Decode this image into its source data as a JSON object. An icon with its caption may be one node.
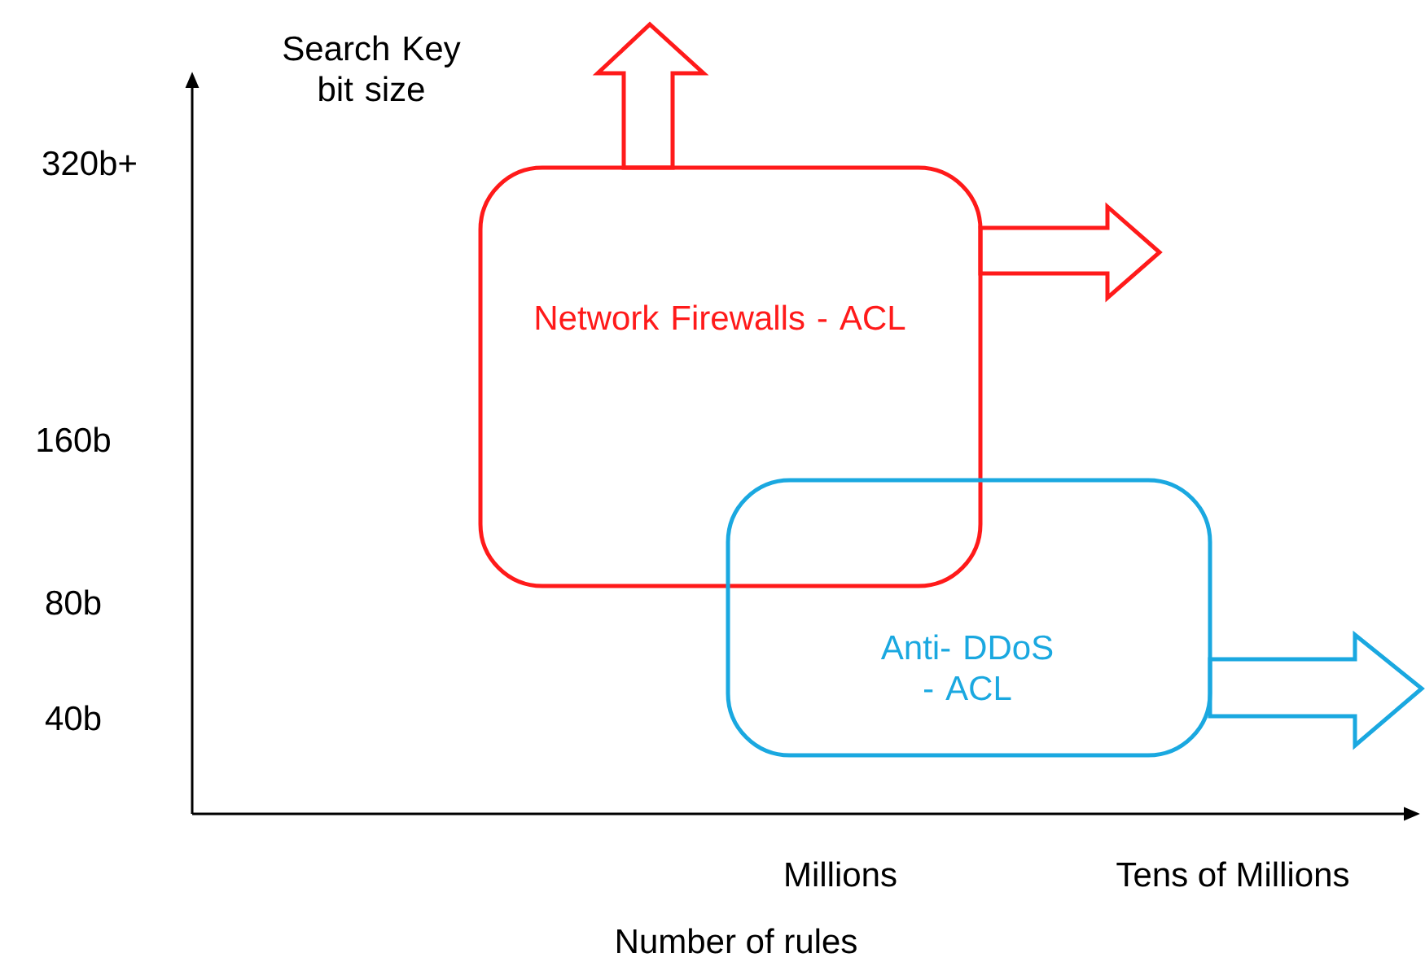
{
  "diagram": {
    "nodes": [
      {
        "text": [
          "Network Firewalls - ACL"
        ]
      },
      {
        "text": [
          "Anti- DDoS - ACL"
        ]
      }
    ],
    "labels": [
      "Search Key bit size",
      "320b+",
      "160b",
      "80b",
      "40b",
      "Millions",
      "Tens of Millions",
      "Number of rules"
    ]
  }
}
